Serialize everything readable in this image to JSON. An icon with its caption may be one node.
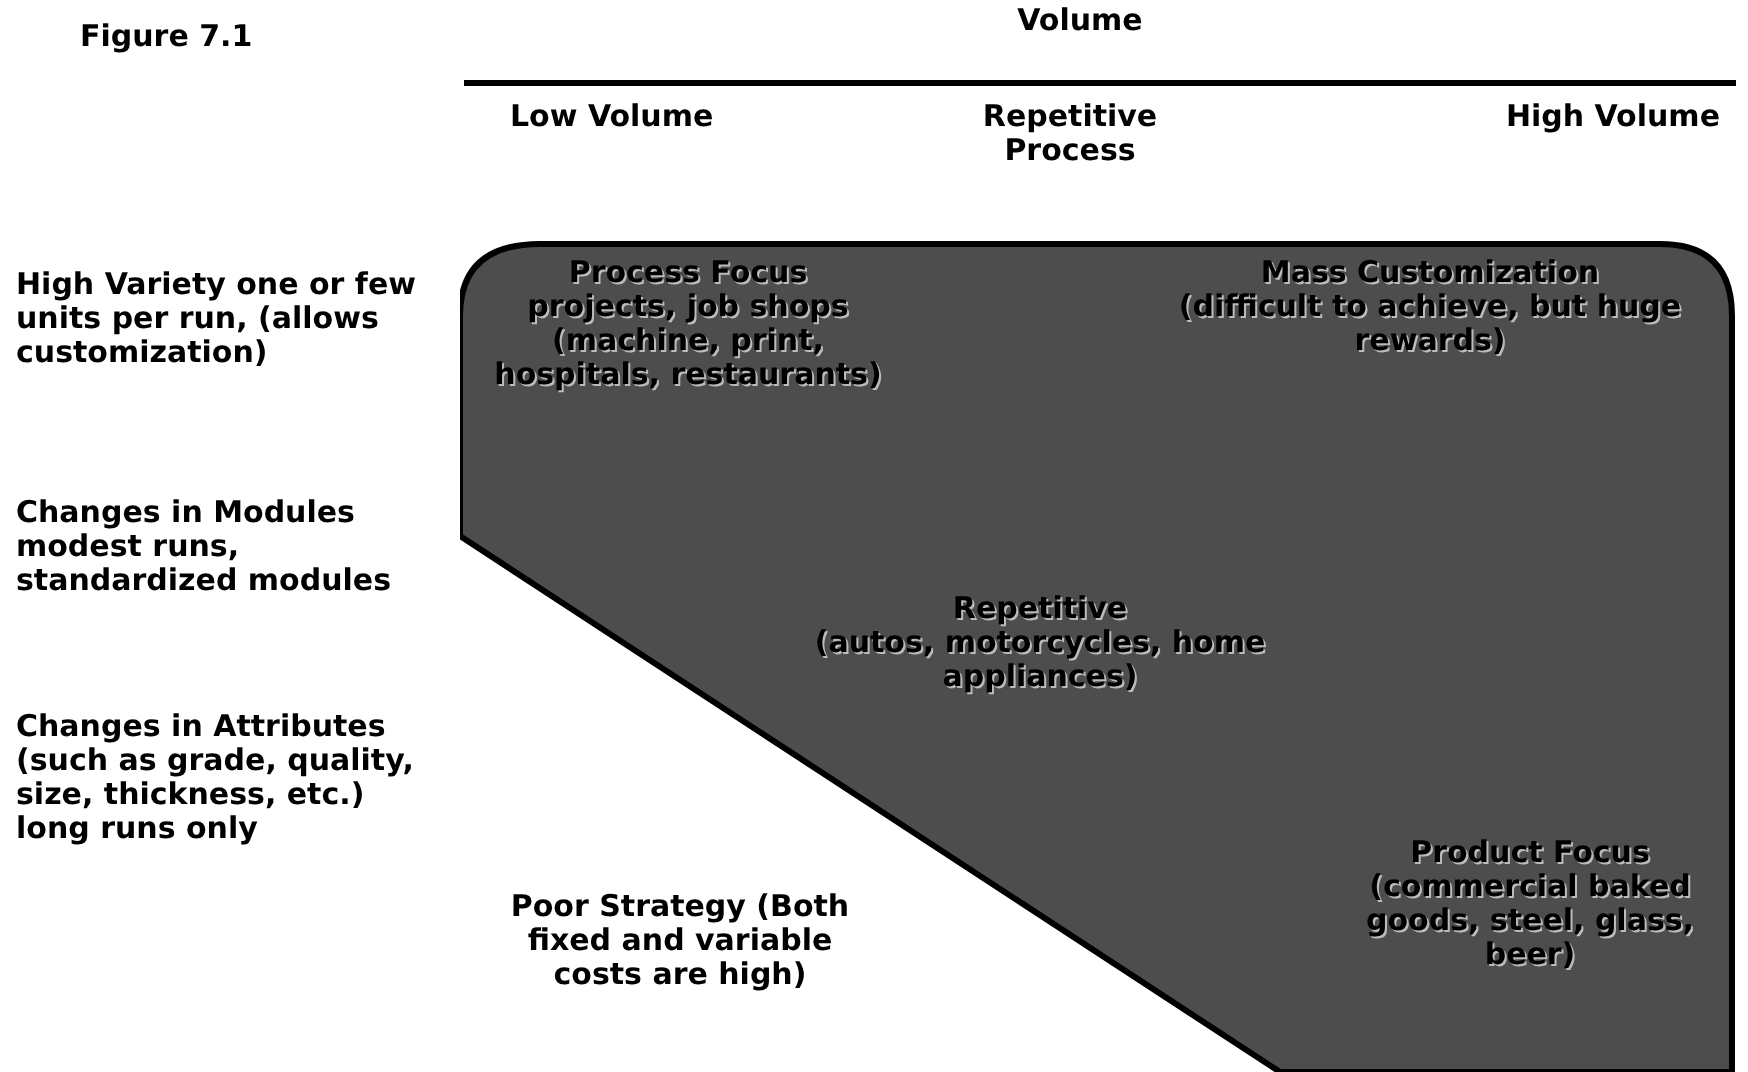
{
  "diagram": {
    "nodes": [
      {
        "text": [],
        "shape": "box"
      },
      {
        "text": [
          "Process Focus",
          "projects, job shops (machine, print, hospitals, restaurants)"
        ],
        "in": 0
      },
      {
        "text": [
          "Mass Customization",
          "(difficult to achieve, but huge rewards)"
        ],
        "in": 0
      },
      {
        "text": [
          "Repetitive",
          "(autos, motorcycles, home appliances)"
        ],
        "in": 0
      },
      {
        "text": [
          "Product Focus",
          "(commercial baked goods, steel, glass, beer)"
        ],
        "in": 0
      }
    ],
    "edges": [],
    "labels": [
      "Figure 7.1",
      "Volume",
      "Low Volume",
      "Repetitive Process",
      "High Volume",
      "High Variety one or few units per run, (allows customization)",
      "Changes in Modules modest runs, standardized modules",
      "Poor Strategy (Both fixed and variable costs are high)",
      "Changes in Attributes (such as grade, quality, size, thickness, etc.) long runs only"
    ]
  }
}
